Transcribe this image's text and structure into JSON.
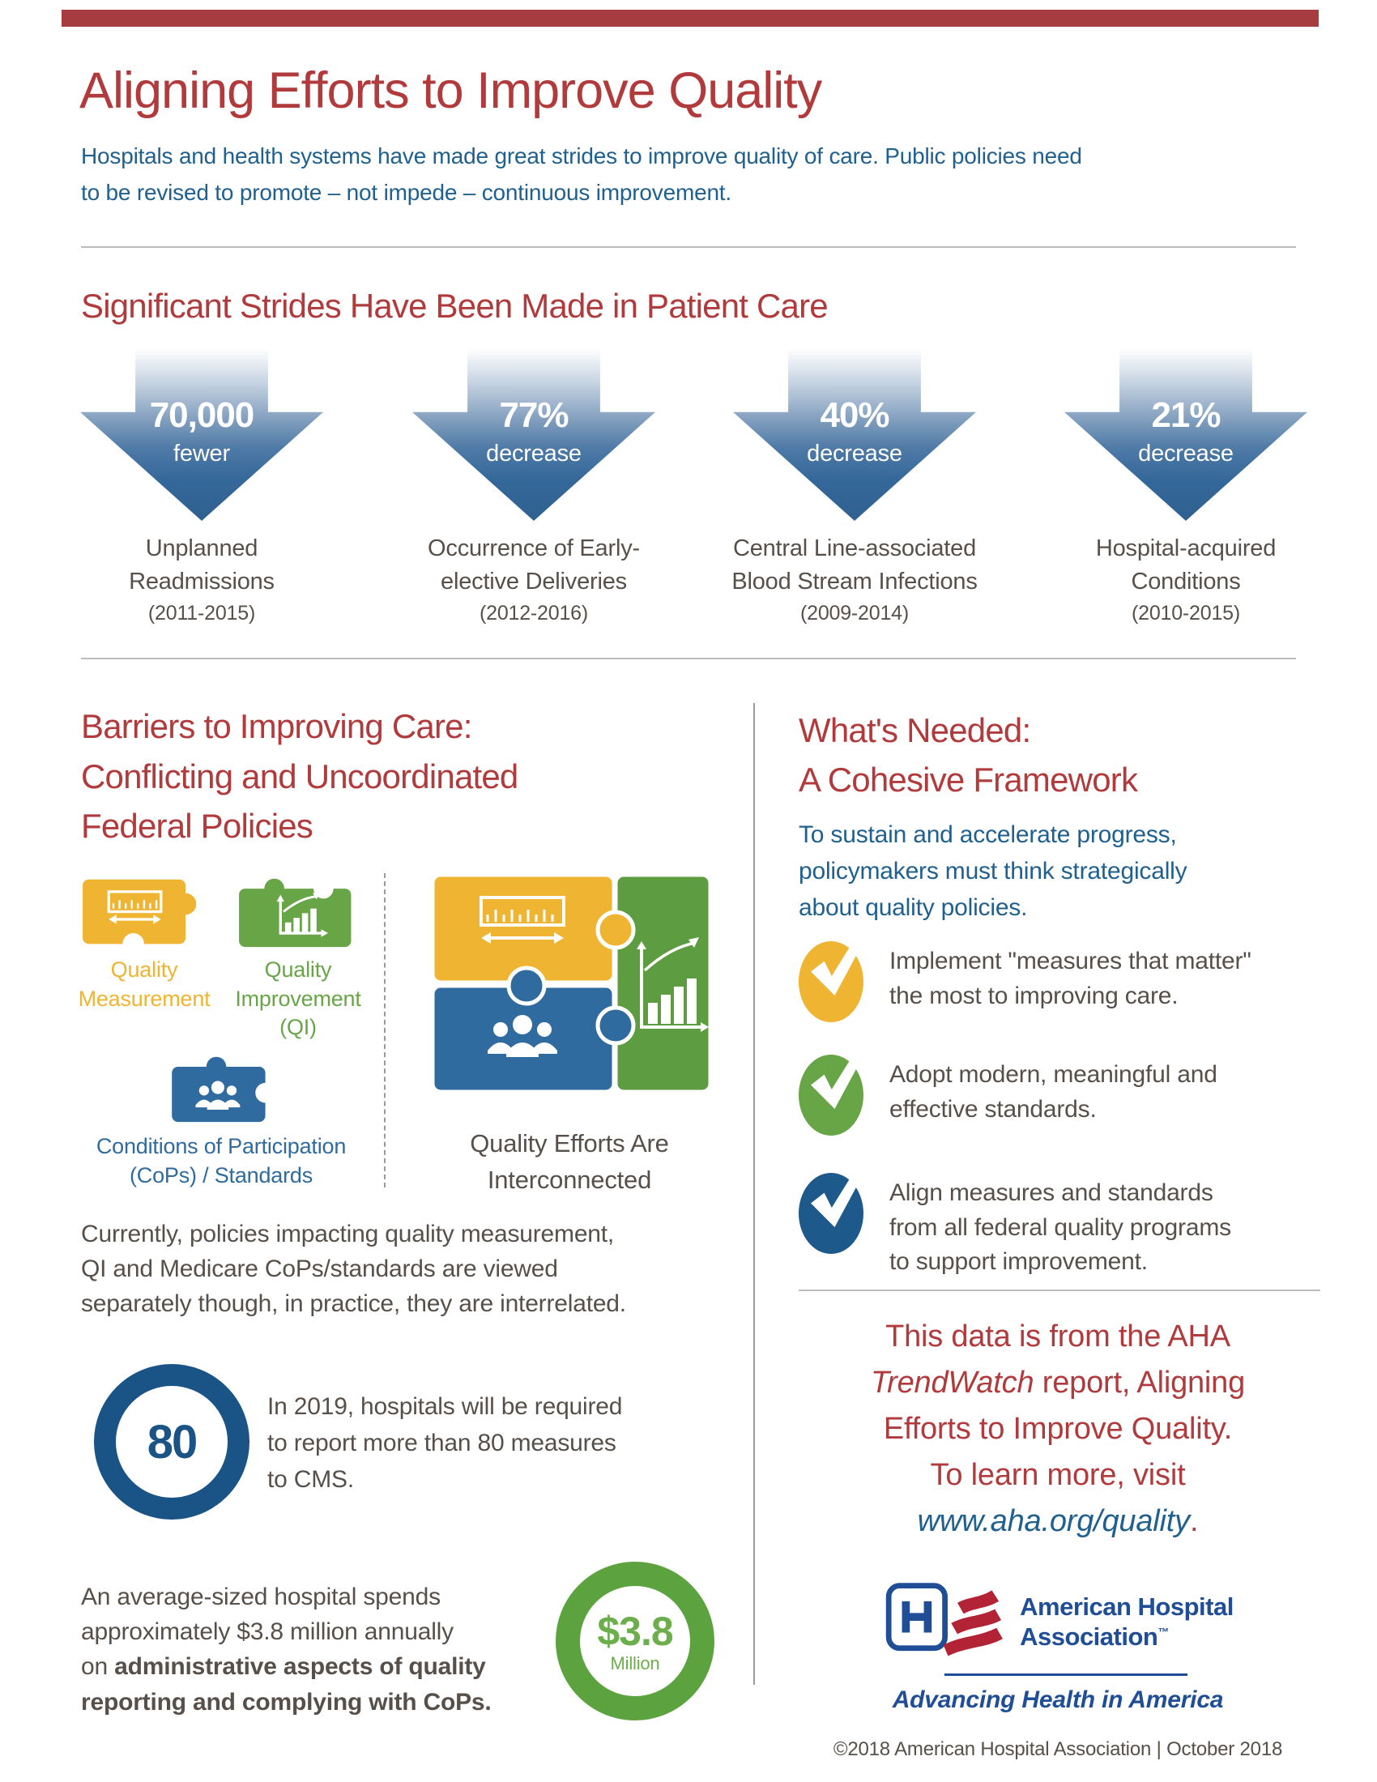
{
  "header": {
    "title": "Aligning Efforts to Improve Quality",
    "subtitle_lines": [
      "Hospitals and health systems have made great strides to improve quality of care. Public policies need",
      "to be revised to promote – not impede – continuous improvement."
    ]
  },
  "strides": {
    "heading": "Significant Strides Have Been Made in Patient Care",
    "arrows": [
      {
        "value": "70,000",
        "qualifier": "fewer",
        "label_line1": "Unplanned",
        "label_line2": "Readmissions",
        "period": "(2011-2015)"
      },
      {
        "value": "77%",
        "qualifier": "decrease",
        "label_line1": "Occurrence of Early-",
        "label_line2": "elective Deliveries",
        "period": "(2012-2016)"
      },
      {
        "value": "40%",
        "qualifier": "decrease",
        "label_line1": "Central Line-associated",
        "label_line2": "Blood Stream Infections",
        "period": "(2009-2014)"
      },
      {
        "value": "21%",
        "qualifier": "decrease",
        "label_line1": "Hospital-acquired",
        "label_line2": "Conditions",
        "period": "(2010-2015)"
      }
    ]
  },
  "barriers": {
    "heading_lines": [
      "Barriers to Improving Care:",
      "Conflicting and Uncoordinated",
      "Federal Policies"
    ],
    "pieces": {
      "quality_measurement": {
        "line1": "Quality",
        "line2": "Measurement"
      },
      "quality_improvement": {
        "line1": "Quality",
        "line2": "Improvement",
        "line3": "(QI)"
      },
      "cops": {
        "line1": "Conditions of Participation",
        "line2": "(CoPs) / Standards"
      }
    },
    "interconnected": {
      "caption_line1": "Quality Efforts Are",
      "caption_line2": "Interconnected"
    },
    "paragraph_lines": [
      "Currently, policies impacting quality measurement,",
      "QI and Medicare CoPs/standards are viewed",
      "separately though, in practice, they are interrelated."
    ],
    "stat_80": {
      "value": "80",
      "text_lines": [
        "In 2019, hospitals will be required",
        "to report more than 80 measures",
        "to CMS."
      ]
    },
    "spend": {
      "line1": "An average-sized hospital spends",
      "line2": "approximately $3.8 million annually",
      "line3_normal": "on ",
      "line3_bold": "administrative aspects of quality",
      "line4_bold": "reporting and complying with CoPs.",
      "circle_value": "$3.8",
      "circle_unit": "Million"
    }
  },
  "needed": {
    "heading_lines": [
      "What's Needed:",
      "A Cohesive Framework"
    ],
    "paragraph_lines": [
      "To sustain and accelerate progress,",
      "policymakers must think strategically",
      "about quality policies."
    ],
    "checklist": [
      {
        "color": "#EFB431",
        "lines": [
          "Implement \"measures that matter\"",
          "the most to improving care.",
          ""
        ]
      },
      {
        "color": "#68A547",
        "lines": [
          "Adopt modern, meaningful and",
          "effective standards.",
          ""
        ]
      },
      {
        "color": "#1E598C",
        "lines": [
          "Align measures and standards",
          "from all federal quality programs",
          "to support improvement."
        ]
      }
    ]
  },
  "source_note": {
    "line1": "This data is from the AHA",
    "line2_italic": "TrendWatch",
    "line2_rest": " report, Aligning",
    "line3": "Efforts to Improve Quality.",
    "line4": "To learn more, visit",
    "link": "www.aha.org/quality",
    "link_suffix": "."
  },
  "footer": {
    "org_line1": "American Hospital",
    "org_line2": "Association",
    "trademark": "™",
    "tagline": "Advancing Health in America",
    "copyright": "©2018 American Hospital Association | October 2018"
  },
  "colors": {
    "top_bar": "#A63C40",
    "accent_red": "#B03A3C",
    "text_blue": "#1F608F",
    "text_gray": "#57504A",
    "arrow_blue": "#35689A",
    "puzzle_yellow": "#EFB431",
    "puzzle_green": "#68A547",
    "puzzle_blue": "#2F6B9F",
    "check_blue": "#1E598C",
    "ring_blue": "#1A5385",
    "ring_green": "#5CA340",
    "logo_blue": "#1F4E96",
    "logo_red": "#B22335"
  }
}
